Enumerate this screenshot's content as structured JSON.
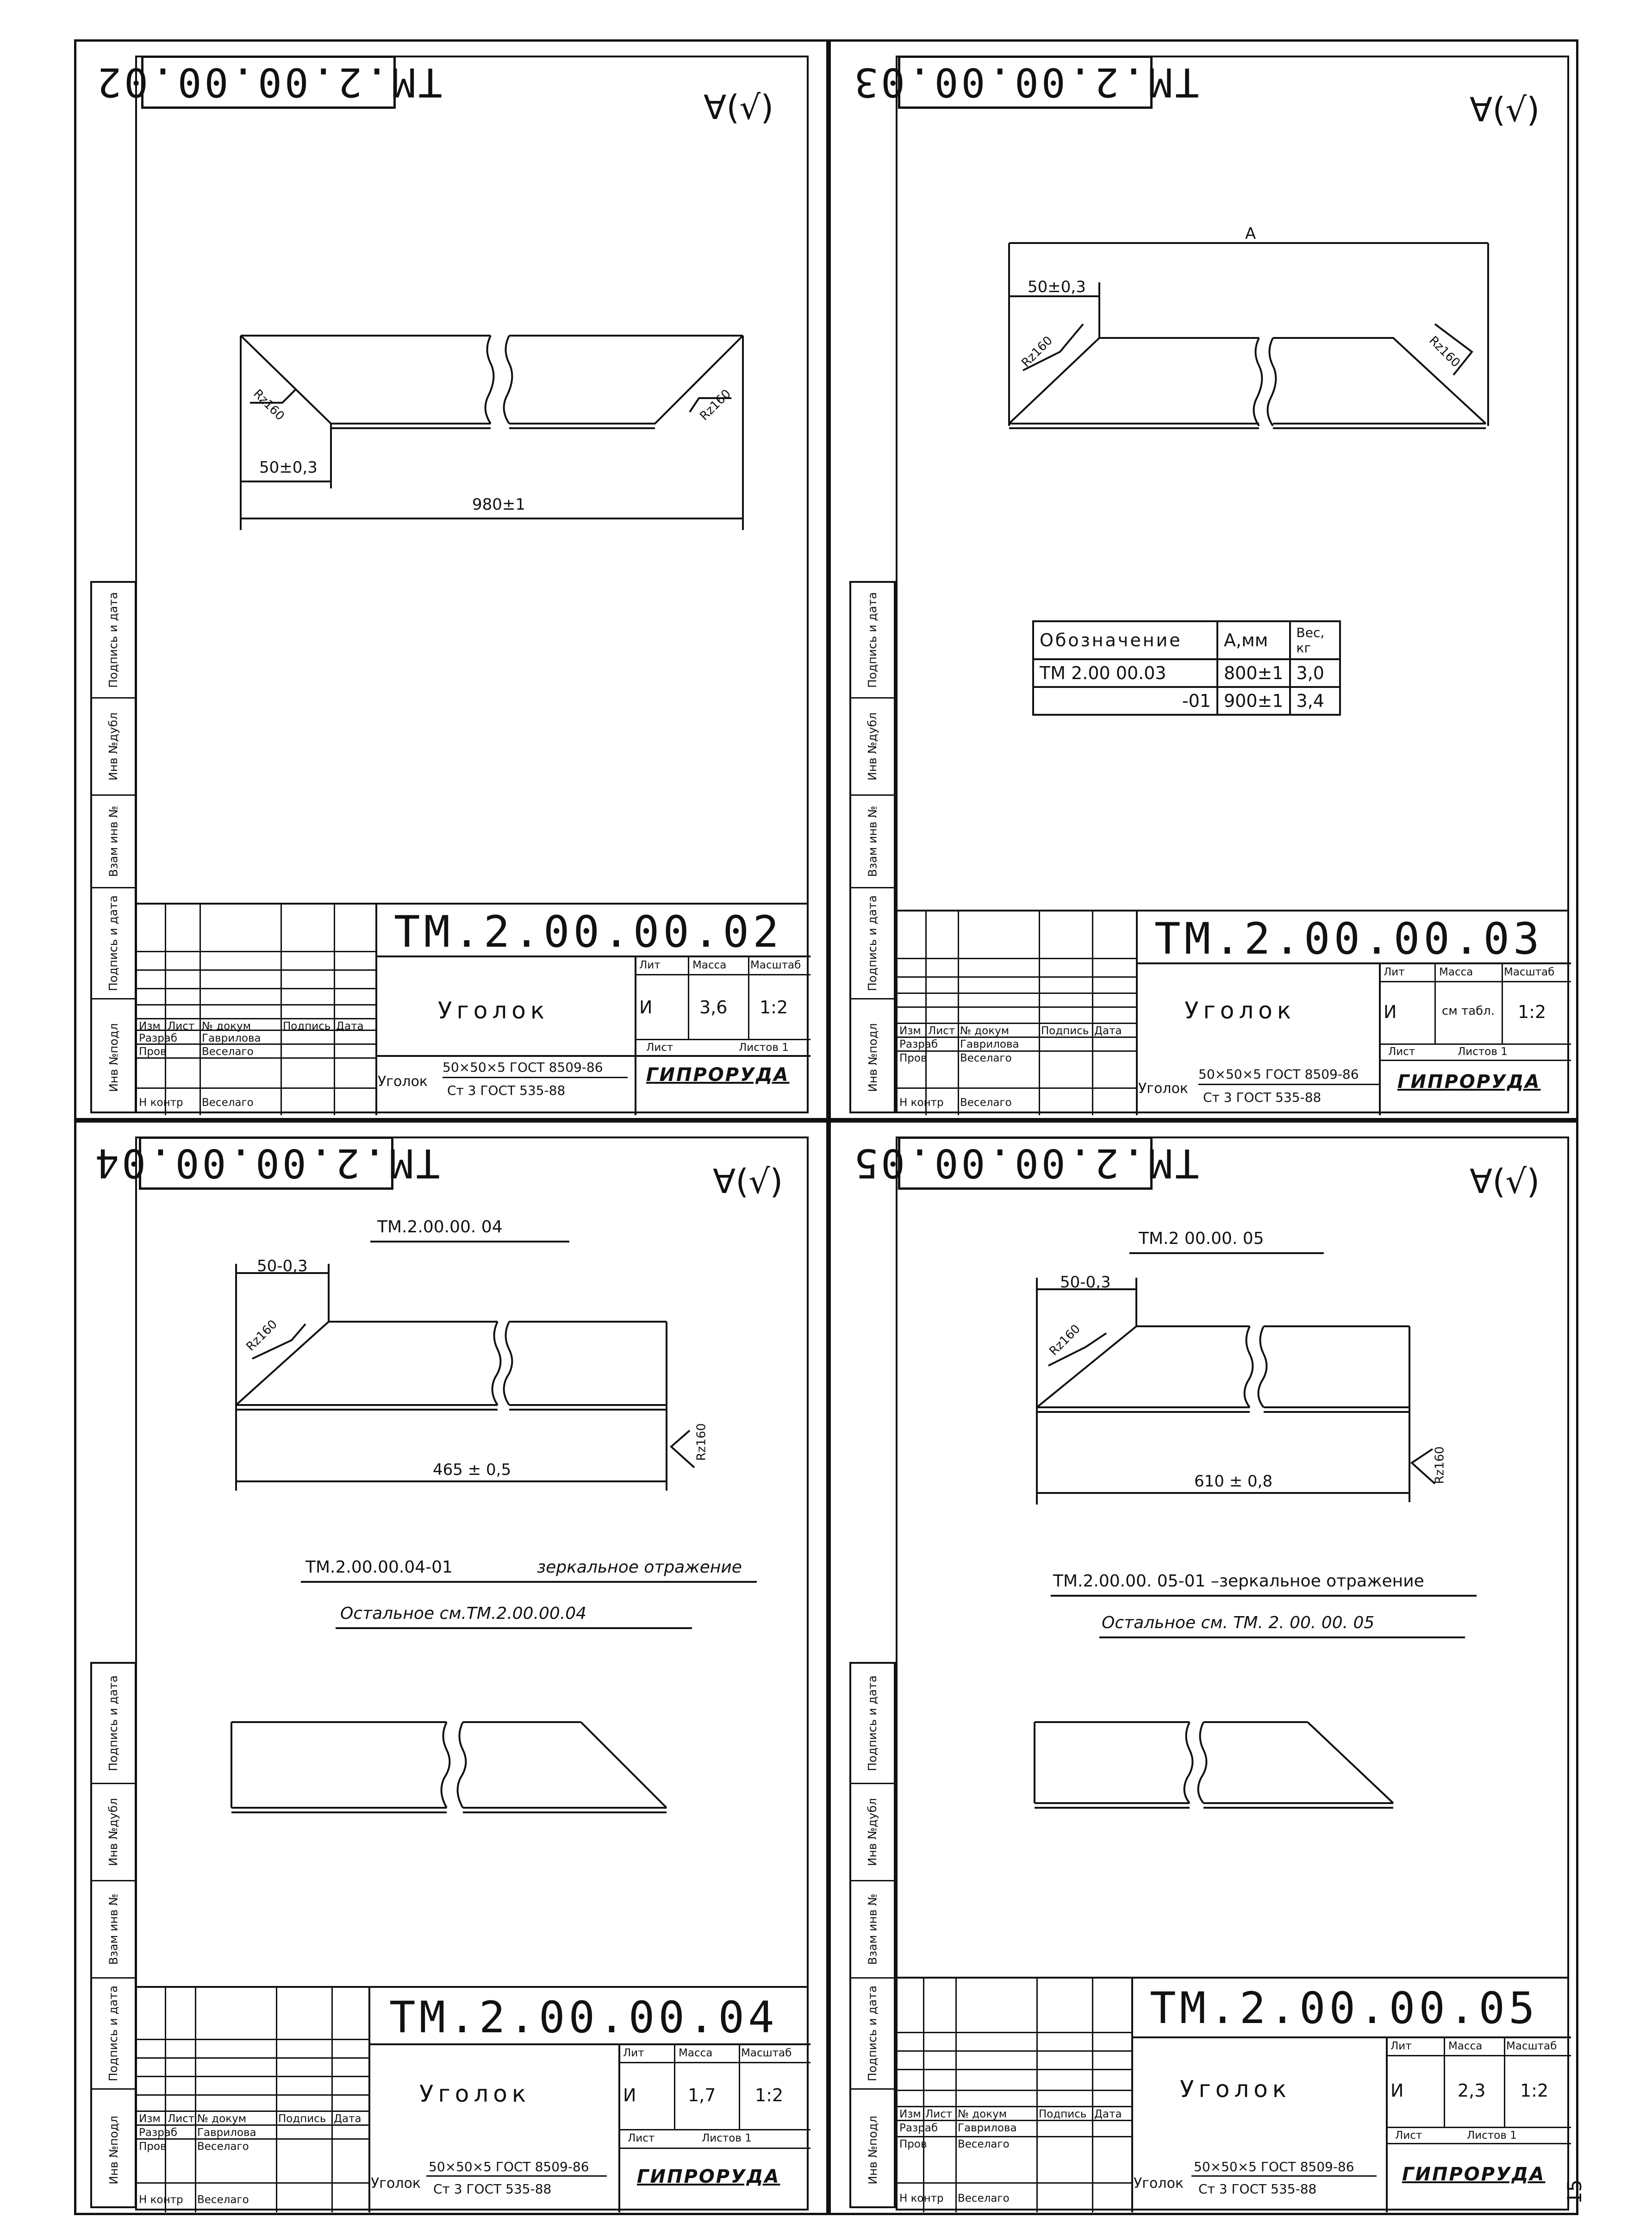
{
  "sheets": [
    {
      "code": "ТМ.2.00.00.02",
      "code_mirror": "ТМ.2.00.00.02",
      "roughness": "∀(√)",
      "part_name": "Уголок",
      "lit": "И",
      "mass": "3,6",
      "scale": "1:2",
      "material_top": "50×50×5 ГОСТ 8509-86",
      "material_bottom": "Ст 3 ГОСТ 535-88",
      "material_label": "Уголок",
      "dims": {
        "chamfer": "50±0,3",
        "length": "980±1",
        "rz_left": "Rz160",
        "rz_right": "Rz160"
      }
    },
    {
      "code": "ТМ.2.00.00.03",
      "code_mirror": "ТМ.2.00.00.03",
      "roughness": "∀(√)",
      "part_name": "Уголок",
      "lit": "И",
      "mass": "см табл.",
      "scale": "1:2",
      "material_top": "50×50×5 ГОСТ 8509-86",
      "material_bottom": "Ст 3 ГОСТ 535-88",
      "material_label": "Уголок",
      "dims": {
        "chamfer": "50±0,3",
        "length": "А",
        "rz_left": "Rz160",
        "rz_right": "Rz160"
      },
      "table": {
        "headers": [
          "Обозначение",
          "А,мм",
          "Вес, кг"
        ],
        "rows": [
          [
            "ТМ 2.00 00.03",
            "800±1",
            "3,0"
          ],
          [
            "-01",
            "900±1",
            "3,4"
          ]
        ]
      }
    },
    {
      "code": "ТМ.2.00.00.04",
      "code_mirror": "ТМ.2.00.00.04",
      "roughness": "∀(√)",
      "part_name": "Уголок",
      "lit": "И",
      "mass": "1,7",
      "scale": "1:2",
      "material_top": "50×50×5 ГОСТ 8509-86",
      "material_bottom": "Ст 3 ГОСТ 535-88",
      "material_label": "Уголок",
      "heading": "ТМ.2.00.00. 04",
      "dims": {
        "chamfer": "50-0,3",
        "length": "465 ± 0,5",
        "rz_left": "Rz160",
        "rz_right": "Rz160"
      },
      "note1": "ТМ.2.00.00.04-01",
      "note1b": "зеркальное отражение",
      "note2": "Остальное см.ТМ.2.00.00.04"
    },
    {
      "code": "ТМ.2.00.00.05",
      "code_mirror": "ТМ.2.00.00.05",
      "roughness": "∀(√)",
      "part_name": "Уголок",
      "lit": "И",
      "mass": "2,3",
      "scale": "1:2",
      "material_top": "50×50×5 ГОСТ 8509-86",
      "material_bottom": "Ст 3 ГОСТ 535-88",
      "material_label": "Уголок",
      "heading": "ТМ.2 00.00. 05",
      "dims": {
        "chamfer": "50-0,3",
        "length": "610 ± 0,8",
        "rz_left": "Rz160",
        "rz_right": "Rz160"
      },
      "note1": "ТМ.2.00.00. 05-01 –зеркальное отражение",
      "note2": "Остальное см. ТМ. 2. 00. 00. 05"
    }
  ],
  "title_block": {
    "izm": "Изм",
    "list": "Лист",
    "doc_no": "№ докум",
    "sign": "Подпись",
    "date": "Дата",
    "razrab": "Разраб",
    "razrab_name": "Гаврилова",
    "prov": "Пров",
    "prov_name": "Веселаго",
    "nkontr": "Н контр",
    "nkontr_name": "Веселаго",
    "lit": "Лит",
    "massa": "Масса",
    "masshtab": "Масштаб",
    "sheet": "Лист",
    "sheets": "Листов 1",
    "logo": "ГИПРОРУДА"
  },
  "side_stamp": [
    "Инв №подл",
    "Подпись и дата",
    "Взам инв №",
    "Инв №дубл",
    "Подпись и дата"
  ],
  "page_number": "15"
}
